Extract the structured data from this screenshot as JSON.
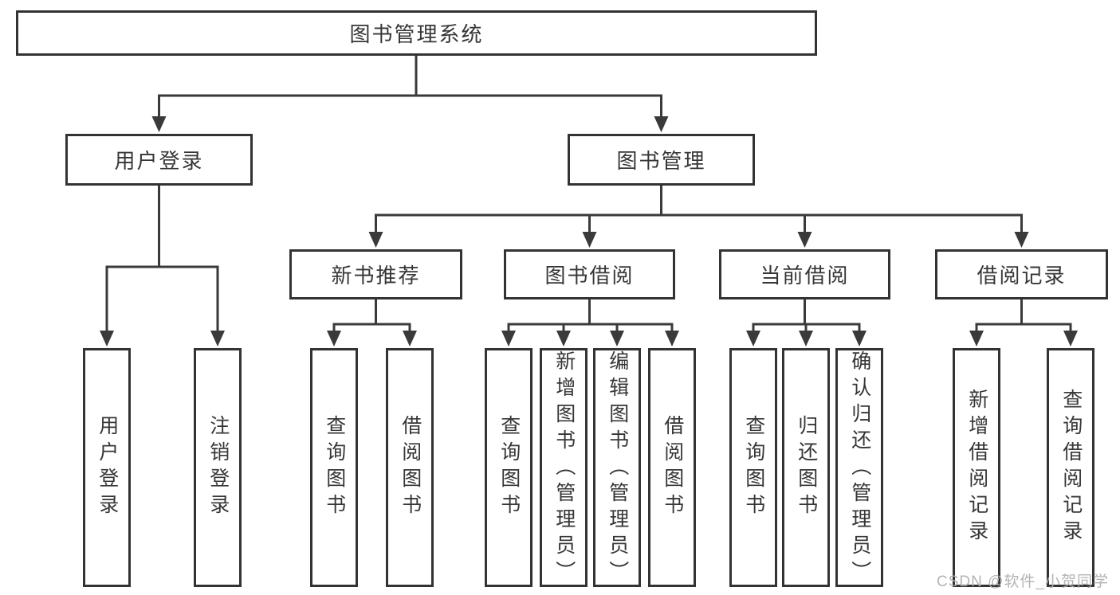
{
  "diagram": {
    "title": "图书管理系统",
    "tree": {
      "label": "图书管理系统",
      "children": [
        {
          "label": "用户登录",
          "children": [
            {
              "label": "用户登录"
            },
            {
              "label": "注销登录"
            }
          ]
        },
        {
          "label": "图书管理",
          "children": [
            {
              "label": "新书推荐",
              "children": [
                {
                  "label": "查询图书"
                },
                {
                  "label": "借阅图书"
                }
              ]
            },
            {
              "label": "图书借阅",
              "children": [
                {
                  "label": "查询图书"
                },
                {
                  "label": "新增图书（管理员）"
                },
                {
                  "label": "编辑图书（管理员）"
                },
                {
                  "label": "借阅图书"
                }
              ]
            },
            {
              "label": "当前借阅",
              "children": [
                {
                  "label": "查询图书"
                },
                {
                  "label": "归还图书"
                },
                {
                  "label": "确认归还（管理员）"
                }
              ]
            },
            {
              "label": "借阅记录",
              "children": [
                {
                  "label": "新增借阅记录"
                },
                {
                  "label": "查询借阅记录"
                }
              ]
            }
          ]
        }
      ]
    },
    "colors": {
      "line": "#3a3a3a",
      "box_border": "#333333",
      "text": "#363636",
      "background": "#ffffff",
      "watermark": "#b0b0b0"
    }
  },
  "watermark": {
    "text": "CSDN @软件_小贺同学"
  }
}
